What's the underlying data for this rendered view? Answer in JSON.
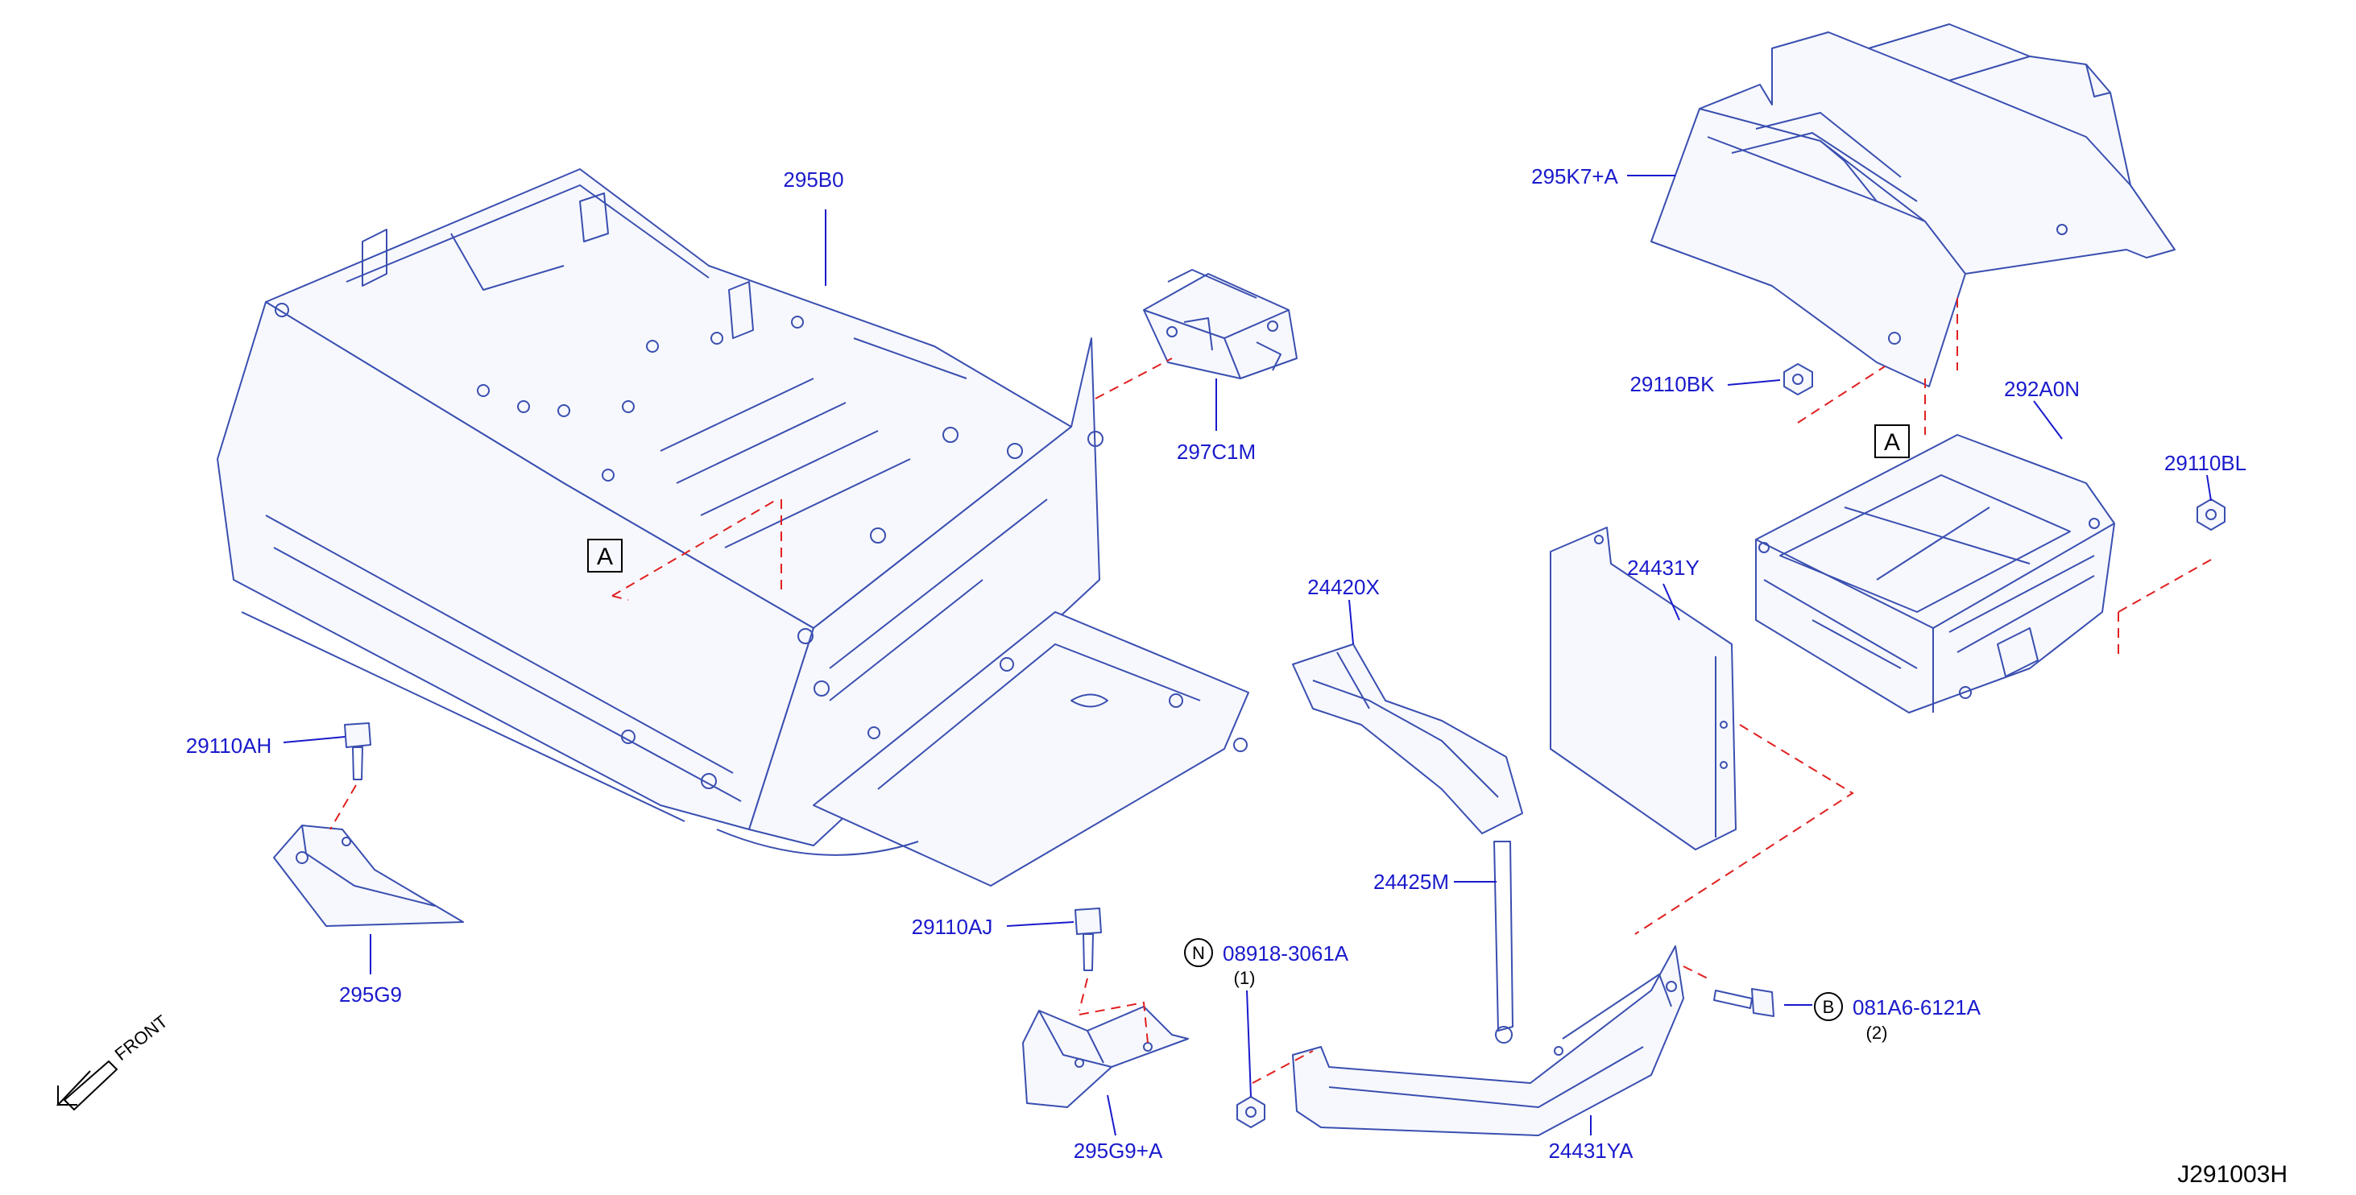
{
  "colors": {
    "part_label": "#1a1acc",
    "part_outline": "#3a4fb0",
    "phantom_line": "#e02020",
    "text_black": "#000000"
  },
  "labels": {
    "l_295B0": "295B0",
    "l_297C1M": "297C1M",
    "l_295K7A": "295K7+A",
    "l_29110BK": "29110BK",
    "l_292A0N": "292A0N",
    "l_29110BL": "29110BL",
    "l_24420X": "24420X",
    "l_24431Y": "24431Y",
    "l_24425M": "24425M",
    "l_24431YA": "24431YA",
    "l_29110AH": "29110AH",
    "l_295G9": "295G9",
    "l_29110AJ": "29110AJ",
    "l_295G9A": "295G9+A",
    "l_08918": "08918-3061A",
    "l_081A6": "081A6-6121A"
  },
  "quantities": {
    "q_08918": "(1)",
    "q_081A6": "(2)"
  },
  "callout_symbols": {
    "nut": "N",
    "bolt": "B"
  },
  "references": {
    "ref_a_left": "A",
    "ref_a_right": "A"
  },
  "front_arrow": {
    "label": "FRONT",
    "icon": "front-arrow-icon"
  },
  "diagram_id": "J291003H"
}
